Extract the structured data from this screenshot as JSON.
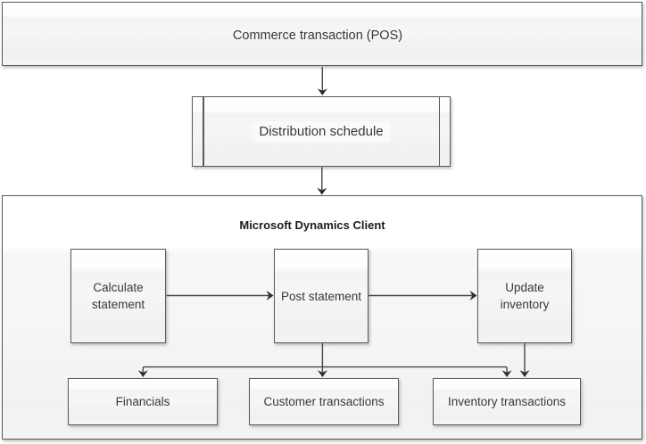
{
  "diagram": {
    "type": "flowchart",
    "background": "#ffffff",
    "colors": {
      "node_border": "#595a5c",
      "node_fill_top": "#ffffff",
      "node_fill_bottom": "#f0f0f0",
      "container_fill_bottom": "#f1f1f1",
      "connector": "#474747",
      "arrowhead": "#2e2e2e",
      "label_text": "#383838",
      "container_title_text": "#1c1c1c"
    },
    "nodes": {
      "commerce_transaction": {
        "label": "Commerce transaction (POS)",
        "shape": "process"
      },
      "distribution_schedule": {
        "label": "Distribution schedule",
        "shape": "predefined-process"
      },
      "dynamics_client": {
        "label": "Microsoft Dynamics Client",
        "shape": "container"
      },
      "calculate_statement": {
        "label": "Calculate statement",
        "shape": "process"
      },
      "post_statement": {
        "label": "Post statement",
        "shape": "process"
      },
      "update_inventory": {
        "label": "Update inventory",
        "shape": "process"
      },
      "financials": {
        "label": "Financials",
        "shape": "process"
      },
      "customer_transactions": {
        "label": "Customer transactions",
        "shape": "process"
      },
      "inventory_transactions": {
        "label": "Inventory transactions",
        "shape": "process"
      }
    },
    "connections": [
      {
        "from": "commerce_transaction",
        "to": "distribution_schedule"
      },
      {
        "from": "distribution_schedule",
        "to": "dynamics_client"
      },
      {
        "from": "calculate_statement",
        "to": "post_statement"
      },
      {
        "from": "post_statement",
        "to": "update_inventory"
      },
      {
        "from": "post_statement",
        "to": "financials"
      },
      {
        "from": "post_statement",
        "to": "customer_transactions"
      },
      {
        "from": "post_statement",
        "to": "inventory_transactions"
      },
      {
        "from": "update_inventory",
        "to": "inventory_transactions"
      }
    ]
  }
}
